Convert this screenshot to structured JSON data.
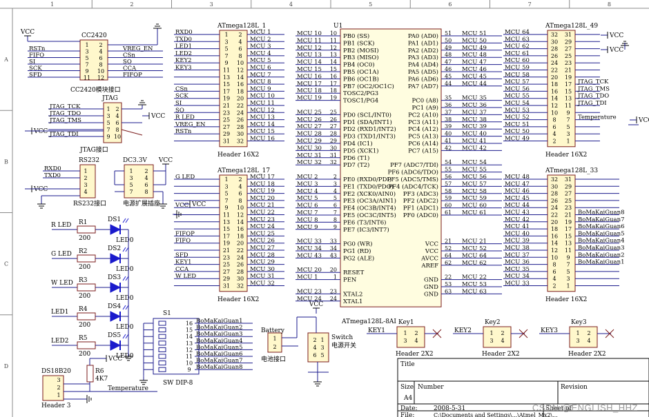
{
  "border": {
    "col_labels": [
      "1",
      "2",
      "3",
      "4",
      "5",
      "6",
      "7",
      "8"
    ],
    "row_labels": [
      "A",
      "B",
      "C",
      "D"
    ]
  },
  "watermark": "CSDN @ENGLISH_HHZ",
  "colors": {
    "wire": "#1a1a8c",
    "body": "#fff8cc",
    "outline": "#7a1a1a",
    "text": "#000000",
    "led": "#1a1acc"
  },
  "cc2420": {
    "title": "CC2420",
    "caption": "CC2420模块接口",
    "vcc": "VCC",
    "left_nets": [
      "RSTn",
      "FIFO",
      "SI",
      "SCK",
      "SFD"
    ],
    "right_nets": [
      "VREG_EN",
      "CSn",
      "SO",
      "CCA",
      "FIFOP"
    ]
  },
  "jtag": {
    "title": "JTAG",
    "caption": "JTAG接口",
    "vcc": "VCC",
    "left_nets": [
      "JTAG_TCK",
      "JTAG_TDO",
      "JTAG_TMS",
      "",
      "JTAG_TDI"
    ]
  },
  "rs232": {
    "title": "RS232",
    "caption": "RS232接口",
    "vcc": "VCC",
    "nets": [
      "RXD0",
      "TXD0"
    ]
  },
  "dc33": {
    "title": "DC3.3V",
    "caption": "电源扩展插座",
    "vcc": "VCC"
  },
  "h1": {
    "title": "ATmega128L_1",
    "footer": "Header 16X2",
    "left_nets": [
      "RXD0",
      "TXD0",
      "LED1",
      "LED2",
      "KEY2",
      "KEY3",
      "",
      "",
      "CSn",
      "SCK",
      "SI",
      "SO",
      "R LED",
      "VREG_EN",
      "RSTn",
      ""
    ],
    "right_nets": [
      "MCU 1",
      "MCU 2",
      "MCU 3",
      "MCU 4",
      "MCU 5",
      "MCU 6",
      "MCU 7",
      "MCU 8",
      "MCU 9",
      "MCU 10",
      "MCU 11",
      "MCU 12",
      "MCU 13",
      "MCU 14",
      "MCU 15",
      "MCU 16"
    ]
  },
  "h17": {
    "title": "ATmega128L_17",
    "footer": "Header 16X2",
    "left_nets": [
      "G LED",
      "",
      "",
      "",
      "VCC",
      "",
      "",
      "",
      "FIFOP",
      "FIFO",
      "",
      "SFD",
      "KEY1",
      "CCA",
      "W LED",
      ""
    ],
    "right_nets": [
      "MCU 17",
      "MCU 18",
      "MCU 19",
      "MCU 20",
      "MCU 21",
      "MCU 22",
      "MCU 23",
      "MCU 24",
      "MCU 25",
      "MCU 26",
      "MCU 27",
      "MCU 28",
      "MCU 29",
      "MCU 30",
      "MCU 31",
      "MCU 32"
    ]
  },
  "u1": {
    "ref": "U1",
    "name": "ATmega128L-8AI",
    "left": [
      {
        "net": "MCU 10",
        "pin": "10",
        "fn": "PB0 (SS)"
      },
      {
        "net": "MCU 11",
        "pin": "11",
        "fn": "PB1 (SCK)"
      },
      {
        "net": "MCU 12",
        "pin": "12",
        "fn": "PB2 (MOSI)"
      },
      {
        "net": "MCU 13",
        "pin": "13",
        "fn": "PB3 (MISO)"
      },
      {
        "net": "MCU 14",
        "pin": "14",
        "fn": "PB4 (OC0)"
      },
      {
        "net": "MCU 15",
        "pin": "15",
        "fn": "PB5 (OC1A)"
      },
      {
        "net": "MCU 16",
        "pin": "16",
        "fn": "PB6 (OC1B)"
      },
      {
        "net": "MCU 17",
        "pin": "17",
        "fn": "PB7 (OC2/OC1C)"
      },
      {
        "net": "MCU 18",
        "pin": "18",
        "fn": "TOSC2/PG3"
      },
      {
        "net": "MCU 19",
        "pin": "19",
        "fn": "TOSC1/PG4"
      },
      {
        "net": "",
        "pin": "",
        "fn": ""
      },
      {
        "net": "MCU 25",
        "pin": "25",
        "fn": "PD0 (SCL/INT0)"
      },
      {
        "net": "MCU 26",
        "pin": "26",
        "fn": "PD1 (SDA/INT1)"
      },
      {
        "net": "MCU 27",
        "pin": "27",
        "fn": "PD2 (RXD1/INT2)"
      },
      {
        "net": "MCU 28",
        "pin": "28",
        "fn": "PD3 (TXD1/INT3)"
      },
      {
        "net": "MCU 29",
        "pin": "29",
        "fn": "PD4 (IC1)"
      },
      {
        "net": "MCU 30",
        "pin": "30",
        "fn": "PD5 (XCK1)"
      },
      {
        "net": "MCU 31",
        "pin": "31",
        "fn": "PD6 (T1)"
      },
      {
        "net": "MCU 32",
        "pin": "32",
        "fn": "PD7 (T2)"
      },
      {
        "net": "",
        "pin": "",
        "fn": ""
      },
      {
        "net": "MCU 2",
        "pin": "2",
        "fn": "PE0 (RXD0/PDI)"
      },
      {
        "net": "MCU 3",
        "pin": "3",
        "fn": "PE1 (TXD0/PDO)"
      },
      {
        "net": "MCU 4",
        "pin": "4",
        "fn": "PE2 (XCK0/AIN0)"
      },
      {
        "net": "MCU 5",
        "pin": "5",
        "fn": "PE3 (OC3A/AIN1)"
      },
      {
        "net": "MCU 6",
        "pin": "6",
        "fn": "PE4 (OC3B/INT4)"
      },
      {
        "net": "MCU 7",
        "pin": "7",
        "fn": "PE5 (OC3C/INT5)"
      },
      {
        "net": "MCU 8",
        "pin": "8",
        "fn": "PE6 (T3/INT6)"
      },
      {
        "net": "MCU 9",
        "pin": "9",
        "fn": "PE7 (IC3/INT7)"
      },
      {
        "net": "",
        "pin": "",
        "fn": ""
      },
      {
        "net": "MCU 33",
        "pin": "33",
        "fn": "PG0 (WR)"
      },
      {
        "net": "MCU 34",
        "pin": "34",
        "fn": "PG1 (RD)"
      },
      {
        "net": "MCU 43",
        "pin": "43",
        "fn": "PG2 (ALE)"
      },
      {
        "net": "",
        "pin": "",
        "fn": ""
      },
      {
        "net": "MCU 20",
        "pin": "20",
        "fn": "RESET"
      },
      {
        "net": "MCU 1",
        "pin": "1",
        "fn": "PEN"
      },
      {
        "net": "",
        "pin": "",
        "fn": ""
      },
      {
        "net": "MCU 23",
        "pin": "23",
        "fn": "XTAL2"
      },
      {
        "net": "MCU 24",
        "pin": "24",
        "fn": "XTAL1"
      }
    ],
    "right": [
      {
        "net": "MCU 51",
        "pin": "51",
        "fn": "PA0 (AD0)"
      },
      {
        "net": "MCU 50",
        "pin": "50",
        "fn": "PA1 (AD1)"
      },
      {
        "net": "MCU 49",
        "pin": "49",
        "fn": "PA2 (AD2)"
      },
      {
        "net": "MCU 48",
        "pin": "48",
        "fn": "PA3 (AD3)"
      },
      {
        "net": "MCU 47",
        "pin": "47",
        "fn": "PA4 (AD4)"
      },
      {
        "net": "MCU 46",
        "pin": "46",
        "fn": "PA5 (AD5)"
      },
      {
        "net": "MCU 45",
        "pin": "45",
        "fn": "PA6 (AD6)"
      },
      {
        "net": "MCU 44",
        "pin": "44",
        "fn": "PA7 (AD7)"
      },
      {
        "net": "",
        "pin": "",
        "fn": ""
      },
      {
        "net": "MCU 35",
        "pin": "35",
        "fn": "PC0 (A8)"
      },
      {
        "net": "MCU 36",
        "pin": "36",
        "fn": "PC1 (A9)"
      },
      {
        "net": "MCU 37",
        "pin": "37",
        "fn": "PC2 (A10)"
      },
      {
        "net": "MCU 38",
        "pin": "38",
        "fn": "PC3 (A11)"
      },
      {
        "net": "MCU 39",
        "pin": "39",
        "fn": "PC4 (A12)"
      },
      {
        "net": "MCU 40",
        "pin": "40",
        "fn": "PC5 (A13)"
      },
      {
        "net": "MCU 41",
        "pin": "41",
        "fn": "PC6 (A14)"
      },
      {
        "net": "MCU 42",
        "pin": "42",
        "fn": "PC7 (A15)"
      },
      {
        "net": "",
        "pin": "",
        "fn": ""
      },
      {
        "net": "MCU 54",
        "pin": "54",
        "fn": "PF7 (ADC7/TDI)"
      },
      {
        "net": "MCU 55",
        "pin": "55",
        "fn": "PF6 (ADC6/TDO)"
      },
      {
        "net": "MCU 56",
        "pin": "56",
        "fn": "PF5 (ADC5/TMS)"
      },
      {
        "net": "MCU 57",
        "pin": "57",
        "fn": "PF4 (ADC4/TCK)"
      },
      {
        "net": "MCU 58",
        "pin": "58",
        "fn": "PF3 (ADC3)"
      },
      {
        "net": "MCU 59",
        "pin": "59",
        "fn": "PF2 (ADC2)"
      },
      {
        "net": "MCU 60",
        "pin": "60",
        "fn": "PF1 (ADC1)"
      },
      {
        "net": "MCU 61",
        "pin": "61",
        "fn": "PF0 (ADC0)"
      },
      {
        "net": "",
        "pin": "",
        "fn": ""
      },
      {
        "net": "",
        "pin": "",
        "fn": ""
      },
      {
        "net": "",
        "pin": "",
        "fn": ""
      },
      {
        "net": "MCU 21",
        "pin": "21",
        "fn": "VCC"
      },
      {
        "net": "MCU 52",
        "pin": "52",
        "fn": "VCC"
      },
      {
        "net": "MCU 64",
        "pin": "64",
        "fn": "AVCC"
      },
      {
        "net": "MCU 62",
        "pin": "62",
        "fn": "AREF"
      },
      {
        "net": "",
        "pin": "",
        "fn": ""
      },
      {
        "net": "MCU 22",
        "pin": "22",
        "fn": "GND"
      },
      {
        "net": "MCU 53",
        "pin": "53",
        "fn": "GND"
      },
      {
        "net": "MCU 63",
        "pin": "63",
        "fn": "GND"
      }
    ]
  },
  "h49": {
    "title": "ATmega128L_49",
    "footer": "Header 16X2",
    "vcc": "VCC",
    "left_nets": [
      "MCU 64",
      "MCU 63",
      "MCU 62",
      "MCU 61",
      "MCU 60",
      "MCU 59",
      "MCU 58",
      "MCU 57",
      "MCU 56",
      "MCU 55",
      "MCU 54",
      "MCU 53",
      "MCU 52",
      "MCU 51",
      "MCU 50",
      "MCU 49"
    ],
    "right_nets": [
      "",
      "",
      "",
      "",
      "",
      "",
      "",
      "JTAG_TCK",
      "JTAG_TMS",
      "JTAG_TDO",
      "JTAG_TDI",
      "",
      "Temperature",
      "",
      "",
      ""
    ]
  },
  "h33": {
    "title": "ATmega128L_33",
    "footer": "Header 16X2",
    "left_nets": [
      "MCU 48",
      "MCU 47",
      "MCU 46",
      "MCU 45",
      "MCU 44",
      "MCU 43",
      "MCU 42",
      "MCU 41",
      "MCU 40",
      "MCU 39",
      "MCU 38",
      "MCU 37",
      "MCU 36",
      "MCU 35",
      "MCU 34",
      "MCU 33"
    ],
    "right_nets": [
      "",
      "",
      "",
      "",
      "",
      "BoMaKaiGuan8",
      "BoMaKaiGuan7",
      "BoMaKaiGuan6",
      "BoMaKaiGuan5",
      "BoMaKaiGuan4",
      "BoMaKaiGuan3",
      "BoMaKaiGuan2",
      "BoMaKaiGuan1",
      "",
      "",
      ""
    ]
  },
  "leds": [
    {
      "net": "R LED",
      "res": "R1",
      "val": "200",
      "ds": "DS1",
      "name": "LED0"
    },
    {
      "net": "G LED",
      "res": "R2",
      "val": "200",
      "ds": "DS2",
      "name": "LED0"
    },
    {
      "net": "W LED",
      "res": "R3",
      "val": "200",
      "ds": "DS3",
      "name": "LED0"
    },
    {
      "net": "LED1",
      "res": "R4",
      "val": "200",
      "ds": "DS4",
      "name": "LED0"
    },
    {
      "net": "LED2",
      "res": "R5",
      "val": "200",
      "ds": "DS5",
      "name": "LED0"
    }
  ],
  "dip": {
    "ref": "S1",
    "name": "SW DIP-8",
    "pins": [
      {
        "num": "16",
        "net": "BoMaKaiGuan1"
      },
      {
        "num": "15",
        "net": "BoMaKaiGuan2"
      },
      {
        "num": "14",
        "net": "BoMaKaiGuan3"
      },
      {
        "num": "13",
        "net": "BoMaKaiGuan4"
      },
      {
        "num": "12",
        "net": "BoMaKaiGuan5"
      },
      {
        "num": "11",
        "net": "BoMaKaiGuan6"
      },
      {
        "num": "10",
        "net": "BoMaKaiGuan7"
      },
      {
        "num": "9",
        "net": "BoMaKaiGuan8"
      }
    ]
  },
  "ds18b20": {
    "title": "DS18B20",
    "footer": "Header 3",
    "vcc": "VCC",
    "res": "R6",
    "res_val": "4K7",
    "net": "Temperature"
  },
  "battery": {
    "title": "Battery",
    "caption": "电池接口"
  },
  "switch": {
    "title": "Switch",
    "caption": "电源开关",
    "vcc": "VCC"
  },
  "keys": [
    {
      "ref": "Key1",
      "net": "KEY1",
      "footer": "Header 2X2"
    },
    {
      "ref": "Key2",
      "net": "KEY2",
      "footer": "Header 2X2"
    },
    {
      "ref": "Key3",
      "net": "KEY3",
      "footer": "Header 2X2"
    }
  ],
  "title_block": {
    "title_label": "Title",
    "size_label": "Size",
    "size": "A4",
    "number_label": "Number",
    "revision_label": "Revision",
    "date_label": "Date:",
    "date": "2008-5-31",
    "sheet_label": "Sheet   of",
    "file_label": "File:",
    "file": "C:\\Documents and Settings\\...\\Atmel_Mx2\\..."
  }
}
